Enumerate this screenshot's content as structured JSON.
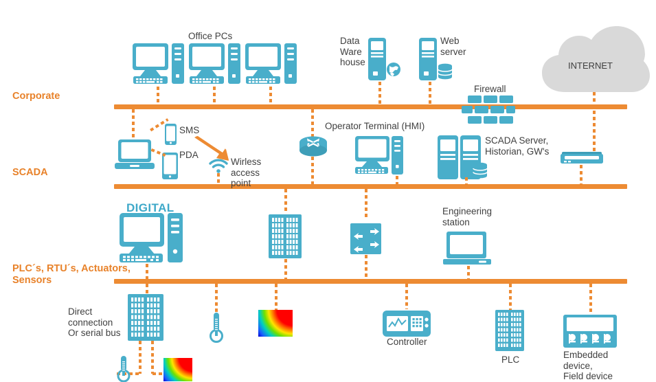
{
  "diagram": {
    "title": "SCADA / ICS network architecture layers",
    "colors": {
      "device": "#49AECA",
      "bus": "#ED8B33",
      "zone_label": "#E8822A",
      "cloud": "#D9D9D9",
      "text": "#404040",
      "digital_label": "#3FA9C9"
    }
  },
  "zones": [
    {
      "id": "corporate",
      "label": "Corporate"
    },
    {
      "id": "scada",
      "label": "SCADA"
    },
    {
      "id": "plc",
      "label": "PLC´s, RTU´s, Actuators,\nSensors"
    }
  ],
  "corporate": {
    "office_pcs_label": "Office PCs",
    "data_warehouse_label": "Data\nWare\nhouse",
    "web_server_label": "Web\nserver",
    "firewall_label": "Firewall",
    "internet_label": "INTERNET",
    "workstations": [
      {
        "name": "office-pc-1"
      },
      {
        "name": "office-pc-2"
      },
      {
        "name": "office-pc-3"
      }
    ]
  },
  "scada": {
    "sms_label": "SMS",
    "pda_label": "PDA",
    "wireless_label": "Wirless\naccess\npoint",
    "operator_terminal_label": "Operator Terminal  (HMI)",
    "scada_server_label": "SCADA  Server,\nHistorian,  GW's"
  },
  "control": {
    "digital_label": "DIGITAL",
    "engineering_station_label": "Engineering\nstation"
  },
  "field": {
    "direct_connection_label": "Direct\nconnection\nOr serial bus",
    "controller_label": "Controller",
    "plc_label": "PLC",
    "embedded_device_label": "Embedded\ndevice,\nField  device"
  },
  "icons": {
    "desktop": "desktop-computer-icon",
    "server": "server-tower-icon",
    "globe": "globe-icon",
    "database": "database-cylinder-icon",
    "firewall": "brick-wall-icon",
    "cloud": "cloud-icon",
    "laptop": "laptop-icon",
    "phone": "mobile-phone-icon",
    "tablet": "tablet-icon",
    "wifi": "wifi-signal-icon",
    "arrow": "orange-arrow-icon",
    "router": "router-icon",
    "gateway": "gateway-modem-icon",
    "switch": "network-switch-icon",
    "rack": "io-rack-icon",
    "thermometer": "thermometer-icon",
    "heatmap": "thermal-gradient-icon",
    "controller": "controller-panel-icon",
    "terminal_block": "terminal-block-icon"
  }
}
